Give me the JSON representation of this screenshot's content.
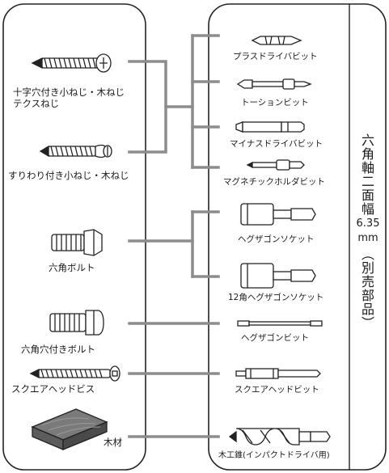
{
  "left_items": [
    {
      "label": "十字穴付き小ねじ・木ねじ",
      "label2": "テクスねじ"
    },
    {
      "label": "すりわり付き小ねじ・木ねじ"
    },
    {
      "label": "六角ボルト"
    },
    {
      "label": "六角穴付きボルト"
    },
    {
      "label": "スクエアヘッドビス"
    },
    {
      "label": "木材"
    }
  ],
  "right_items": [
    {
      "label": "プラスドライバビット"
    },
    {
      "label": "トーションビット"
    },
    {
      "label": "マイナスドライバビット"
    },
    {
      "label": "マグネチックホルダビット"
    },
    {
      "label": "ヘグザゴンソケット"
    },
    {
      "label": "12角ヘグザゴンソケット"
    },
    {
      "label": "ヘグザゴンビット"
    },
    {
      "label": "スクエアヘッドビット"
    },
    {
      "label": "木工錐(インパクトドライバ用)"
    }
  ],
  "side_title": {
    "line1": "六角軸二面幅",
    "size": "6.35",
    "unit": "mm",
    "paren": "(別売部品)"
  },
  "colors": {
    "connector": "#8c8c8c",
    "outline": "#222222",
    "wood": "#6b6b6b"
  }
}
